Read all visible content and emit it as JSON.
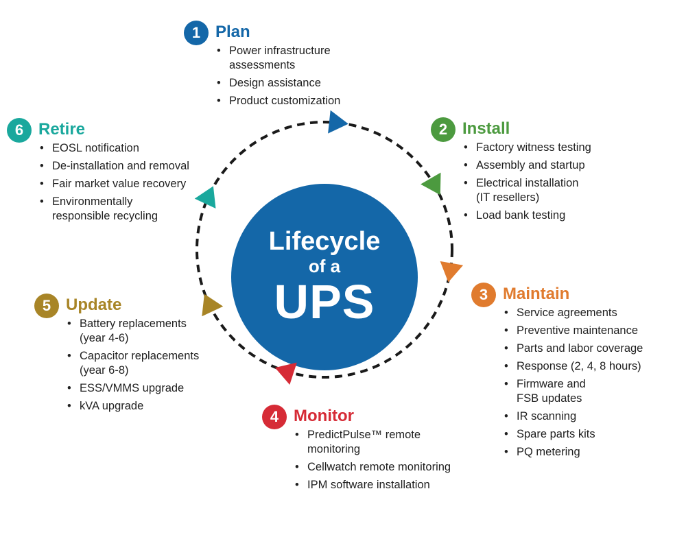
{
  "center": {
    "line1": "Lifecycle",
    "line2": "of a",
    "line3": "UPS",
    "color": "#1467a8"
  },
  "stages": [
    {
      "number": "1",
      "title": "Plan",
      "color": "#1467a8",
      "items": [
        "Power infrastructure\nassessments",
        "Design assistance",
        "Product customization"
      ]
    },
    {
      "number": "2",
      "title": "Install",
      "color": "#4c9a3f",
      "items": [
        "Factory witness testing",
        "Assembly and startup",
        "Electrical installation\n(IT resellers)",
        "Load bank testing"
      ]
    },
    {
      "number": "3",
      "title": "Maintain",
      "color": "#e07b2e",
      "items": [
        "Service agreements",
        "Preventive maintenance",
        "Parts and labor coverage",
        "Response (2, 4, 8 hours)",
        "Firmware and\nFSB updates",
        "IR scanning",
        "Spare parts kits",
        "PQ metering"
      ]
    },
    {
      "number": "4",
      "title": "Monitor",
      "color": "#d62b36",
      "items": [
        "PredictPulse™ remote\nmonitoring",
        "Cellwatch remote monitoring",
        "IPM software installation"
      ]
    },
    {
      "number": "5",
      "title": "Update",
      "color": "#a88527",
      "items": [
        "Battery replacements\n(year 4-6)",
        "Capacitor replacements\n(year 6-8)",
        "ESS/VMMS upgrade",
        "kVA upgrade"
      ]
    },
    {
      "number": "6",
      "title": "Retire",
      "color": "#1aa89d",
      "items": [
        "EOSL notification",
        "De-installation and removal",
        "Fair market value recovery",
        "Environmentally\nresponsible recycling"
      ]
    }
  ],
  "ring_color": "#1a1a1a"
}
